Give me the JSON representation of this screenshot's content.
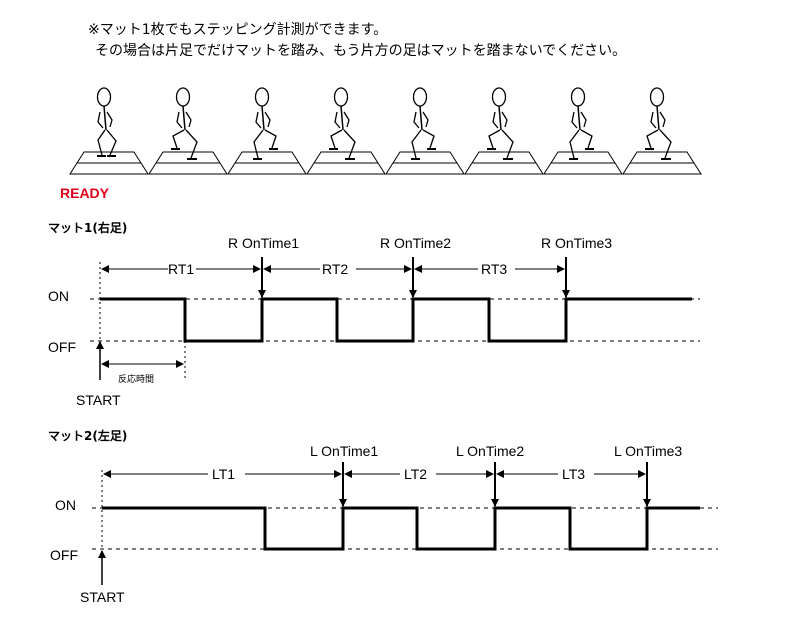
{
  "note": {
    "line1": "※マット1枚でもステッピング計測ができます。",
    "line2": "その場合は片足でだけマットを踏み、もう片方の足はマットを踏まないでください。"
  },
  "figures": {
    "count": 8,
    "ready_label": "READY",
    "ready_color": "#e0001a"
  },
  "colors": {
    "signal": "#000000",
    "dashed": "#000000"
  },
  "mat1": {
    "title": "マット1(右足)",
    "on_label": "ON",
    "off_label": "OFF",
    "start_label": "START",
    "reaction_label": "反応時間",
    "interval_labels": [
      "RT1",
      "RT2",
      "RT3"
    ],
    "ontime_labels": [
      "R OnTime1",
      "R OnTime2",
      "R OnTime3"
    ],
    "signal_states": [
      "ON",
      "OFF",
      "ON",
      "OFF",
      "ON",
      "OFF",
      "ON"
    ]
  },
  "mat2": {
    "title": "マット2(左足)",
    "on_label": "ON",
    "off_label": "OFF",
    "start_label": "START",
    "interval_labels": [
      "LT1",
      "LT2",
      "LT3"
    ],
    "ontime_labels": [
      "L OnTime1",
      "L OnTime2",
      "L OnTime3"
    ],
    "signal_states": [
      "ON",
      "OFF",
      "ON",
      "OFF",
      "ON",
      "OFF",
      "ON"
    ]
  }
}
